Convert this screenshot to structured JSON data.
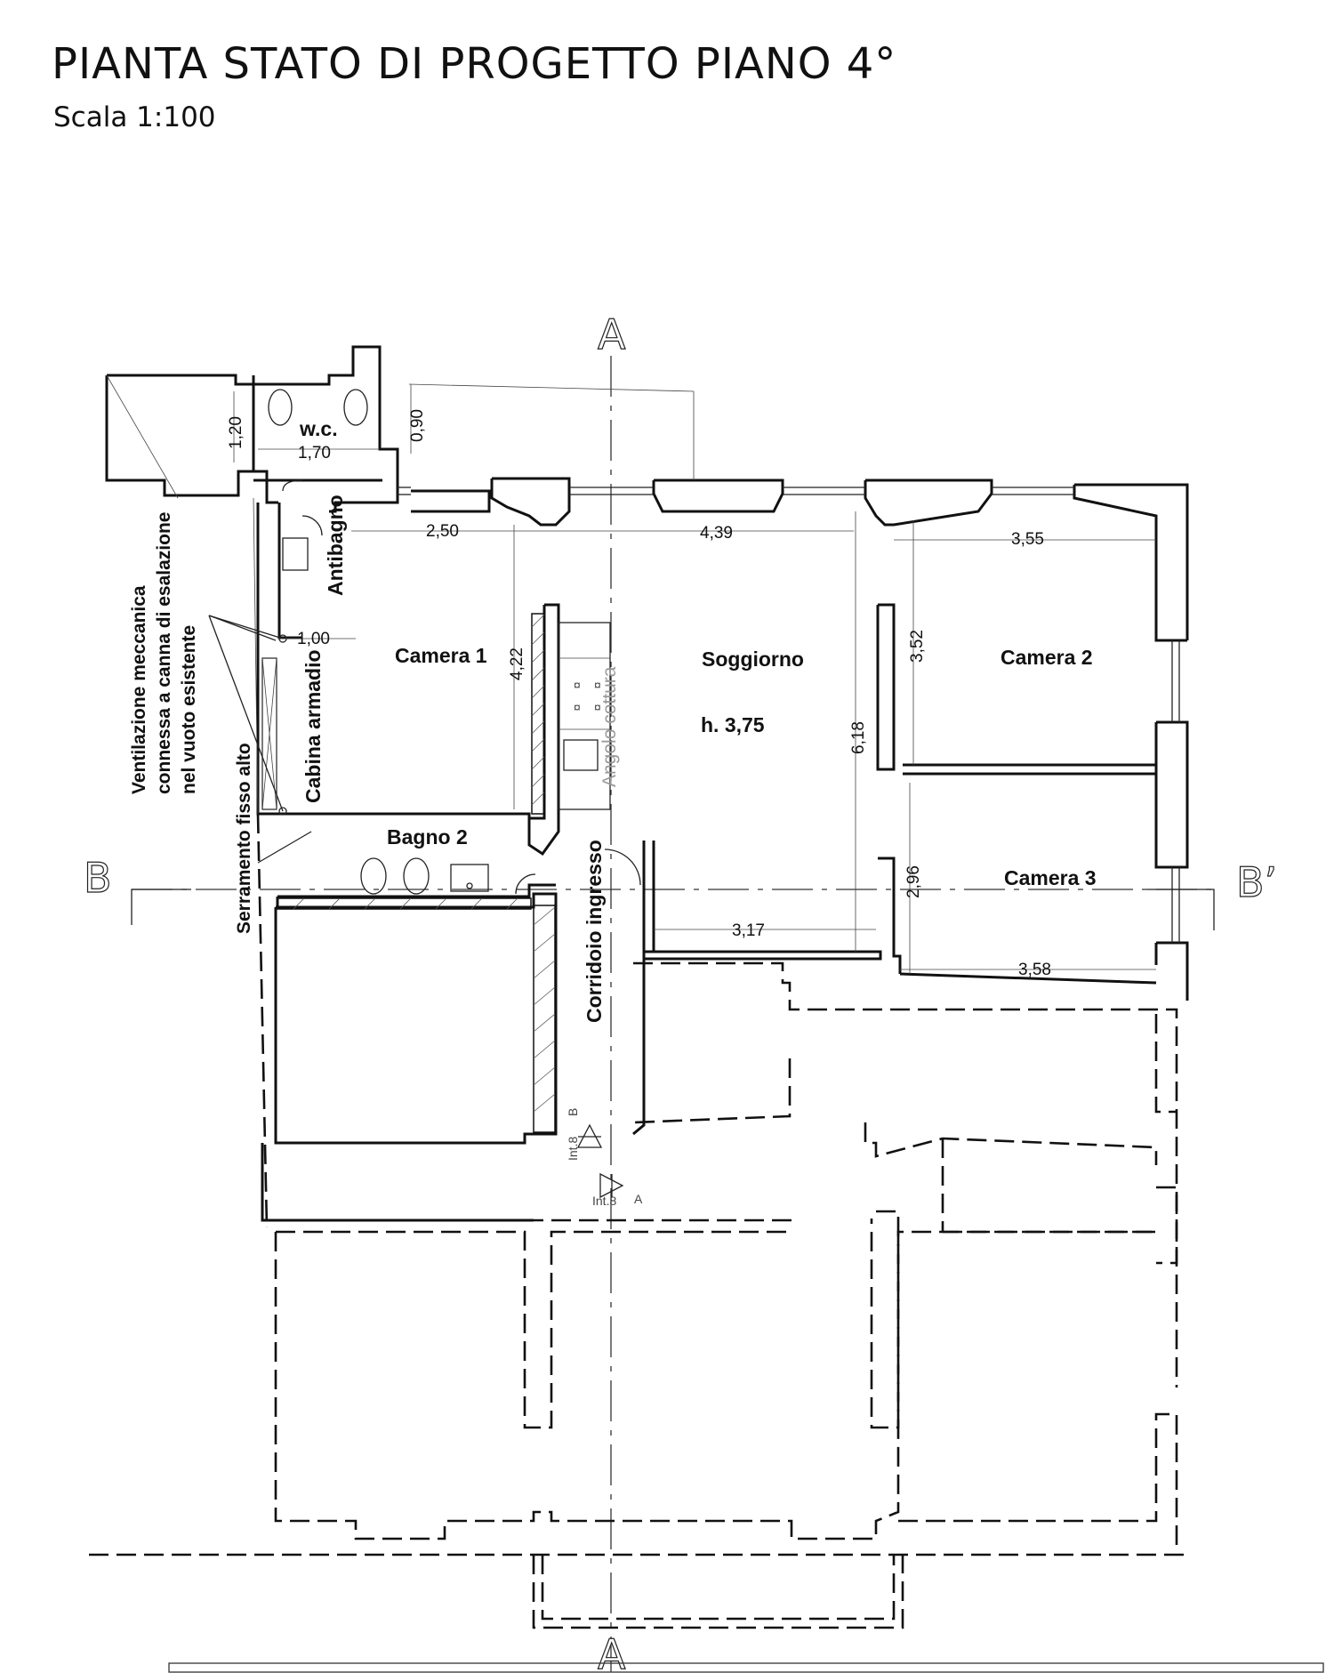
{
  "header": {
    "title": "PIANTA STATO DI PROGETTO PIANO 4°",
    "scale": "Scala 1:100"
  },
  "rooms": {
    "wc": "w.c.",
    "antibagno": "Antibagno",
    "camera1": "Camera 1",
    "soggiorno": "Soggiorno",
    "height": "h. 3,75",
    "camera2": "Camera 2",
    "camera3": "Camera 3",
    "cabina": "Cabina armadio",
    "bagno2": "Bagno 2",
    "corridoio": "Corridoio ingresso",
    "angolo": "Angolo cottura"
  },
  "dimensions": {
    "d120": "1,20",
    "d170": "1,70",
    "d090": "0,90",
    "d250": "2,50",
    "d439": "4,39",
    "d355": "3,55",
    "d100": "1,00",
    "d422": "4,22",
    "d352": "3,52",
    "d618": "6,18",
    "d296": "2,96",
    "d317": "3,17",
    "d358": "3,58"
  },
  "notes": {
    "vent1": "Ventilazione meccanica",
    "vent2": "connessa a canna di esalazione",
    "vent3": "nel vuoto esistente",
    "serramento": "Serramento fisso alto"
  },
  "sections": {
    "a_top": "A",
    "a_bottom": "A",
    "b_left": "B",
    "b_right": "B’",
    "int_b": "Int.8",
    "int_b_tag": "B",
    "int_a": "Int.8",
    "int_a_tag": "A"
  }
}
